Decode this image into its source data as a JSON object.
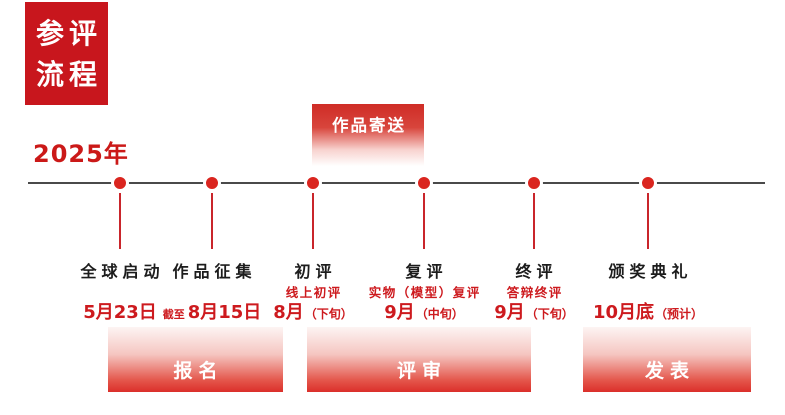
{
  "header": {
    "title_line1": "参评",
    "title_line2": "流程",
    "year": "2025年"
  },
  "shipping_badge": {
    "label": "作品寄送"
  },
  "timeline": {
    "milestones": [
      {
        "label": "全球启动",
        "subtitle": "",
        "date_prefix": "",
        "date": "5月23日",
        "date_suffix": ""
      },
      {
        "label": "作品征集",
        "subtitle": "",
        "date_prefix": "截至",
        "date": "8月15日",
        "date_suffix": ""
      },
      {
        "label": "初评",
        "subtitle": "线上初评",
        "date_prefix": "",
        "date": "8月",
        "date_suffix": "（下旬）"
      },
      {
        "label": "复评",
        "subtitle": "实物（模型）复评",
        "date_prefix": "",
        "date": "9月",
        "date_suffix": "（中旬）"
      },
      {
        "label": "终评",
        "subtitle": "答辩终评",
        "date_prefix": "",
        "date": "9月",
        "date_suffix": "（下旬）"
      },
      {
        "label": "颁奖典礼",
        "subtitle": "",
        "date_prefix": "",
        "date": "10月底",
        "date_suffix": "（预计）"
      }
    ]
  },
  "phases": [
    {
      "label": "报名"
    },
    {
      "label": "评审"
    },
    {
      "label": "发表"
    }
  ],
  "colors": {
    "title_box_red": "#c8161d",
    "dot_red": "#da251f",
    "text_red": "#cd1a1e",
    "line_gray": "#4a4a4a",
    "phase_bottom_red": "#db2f2a"
  }
}
